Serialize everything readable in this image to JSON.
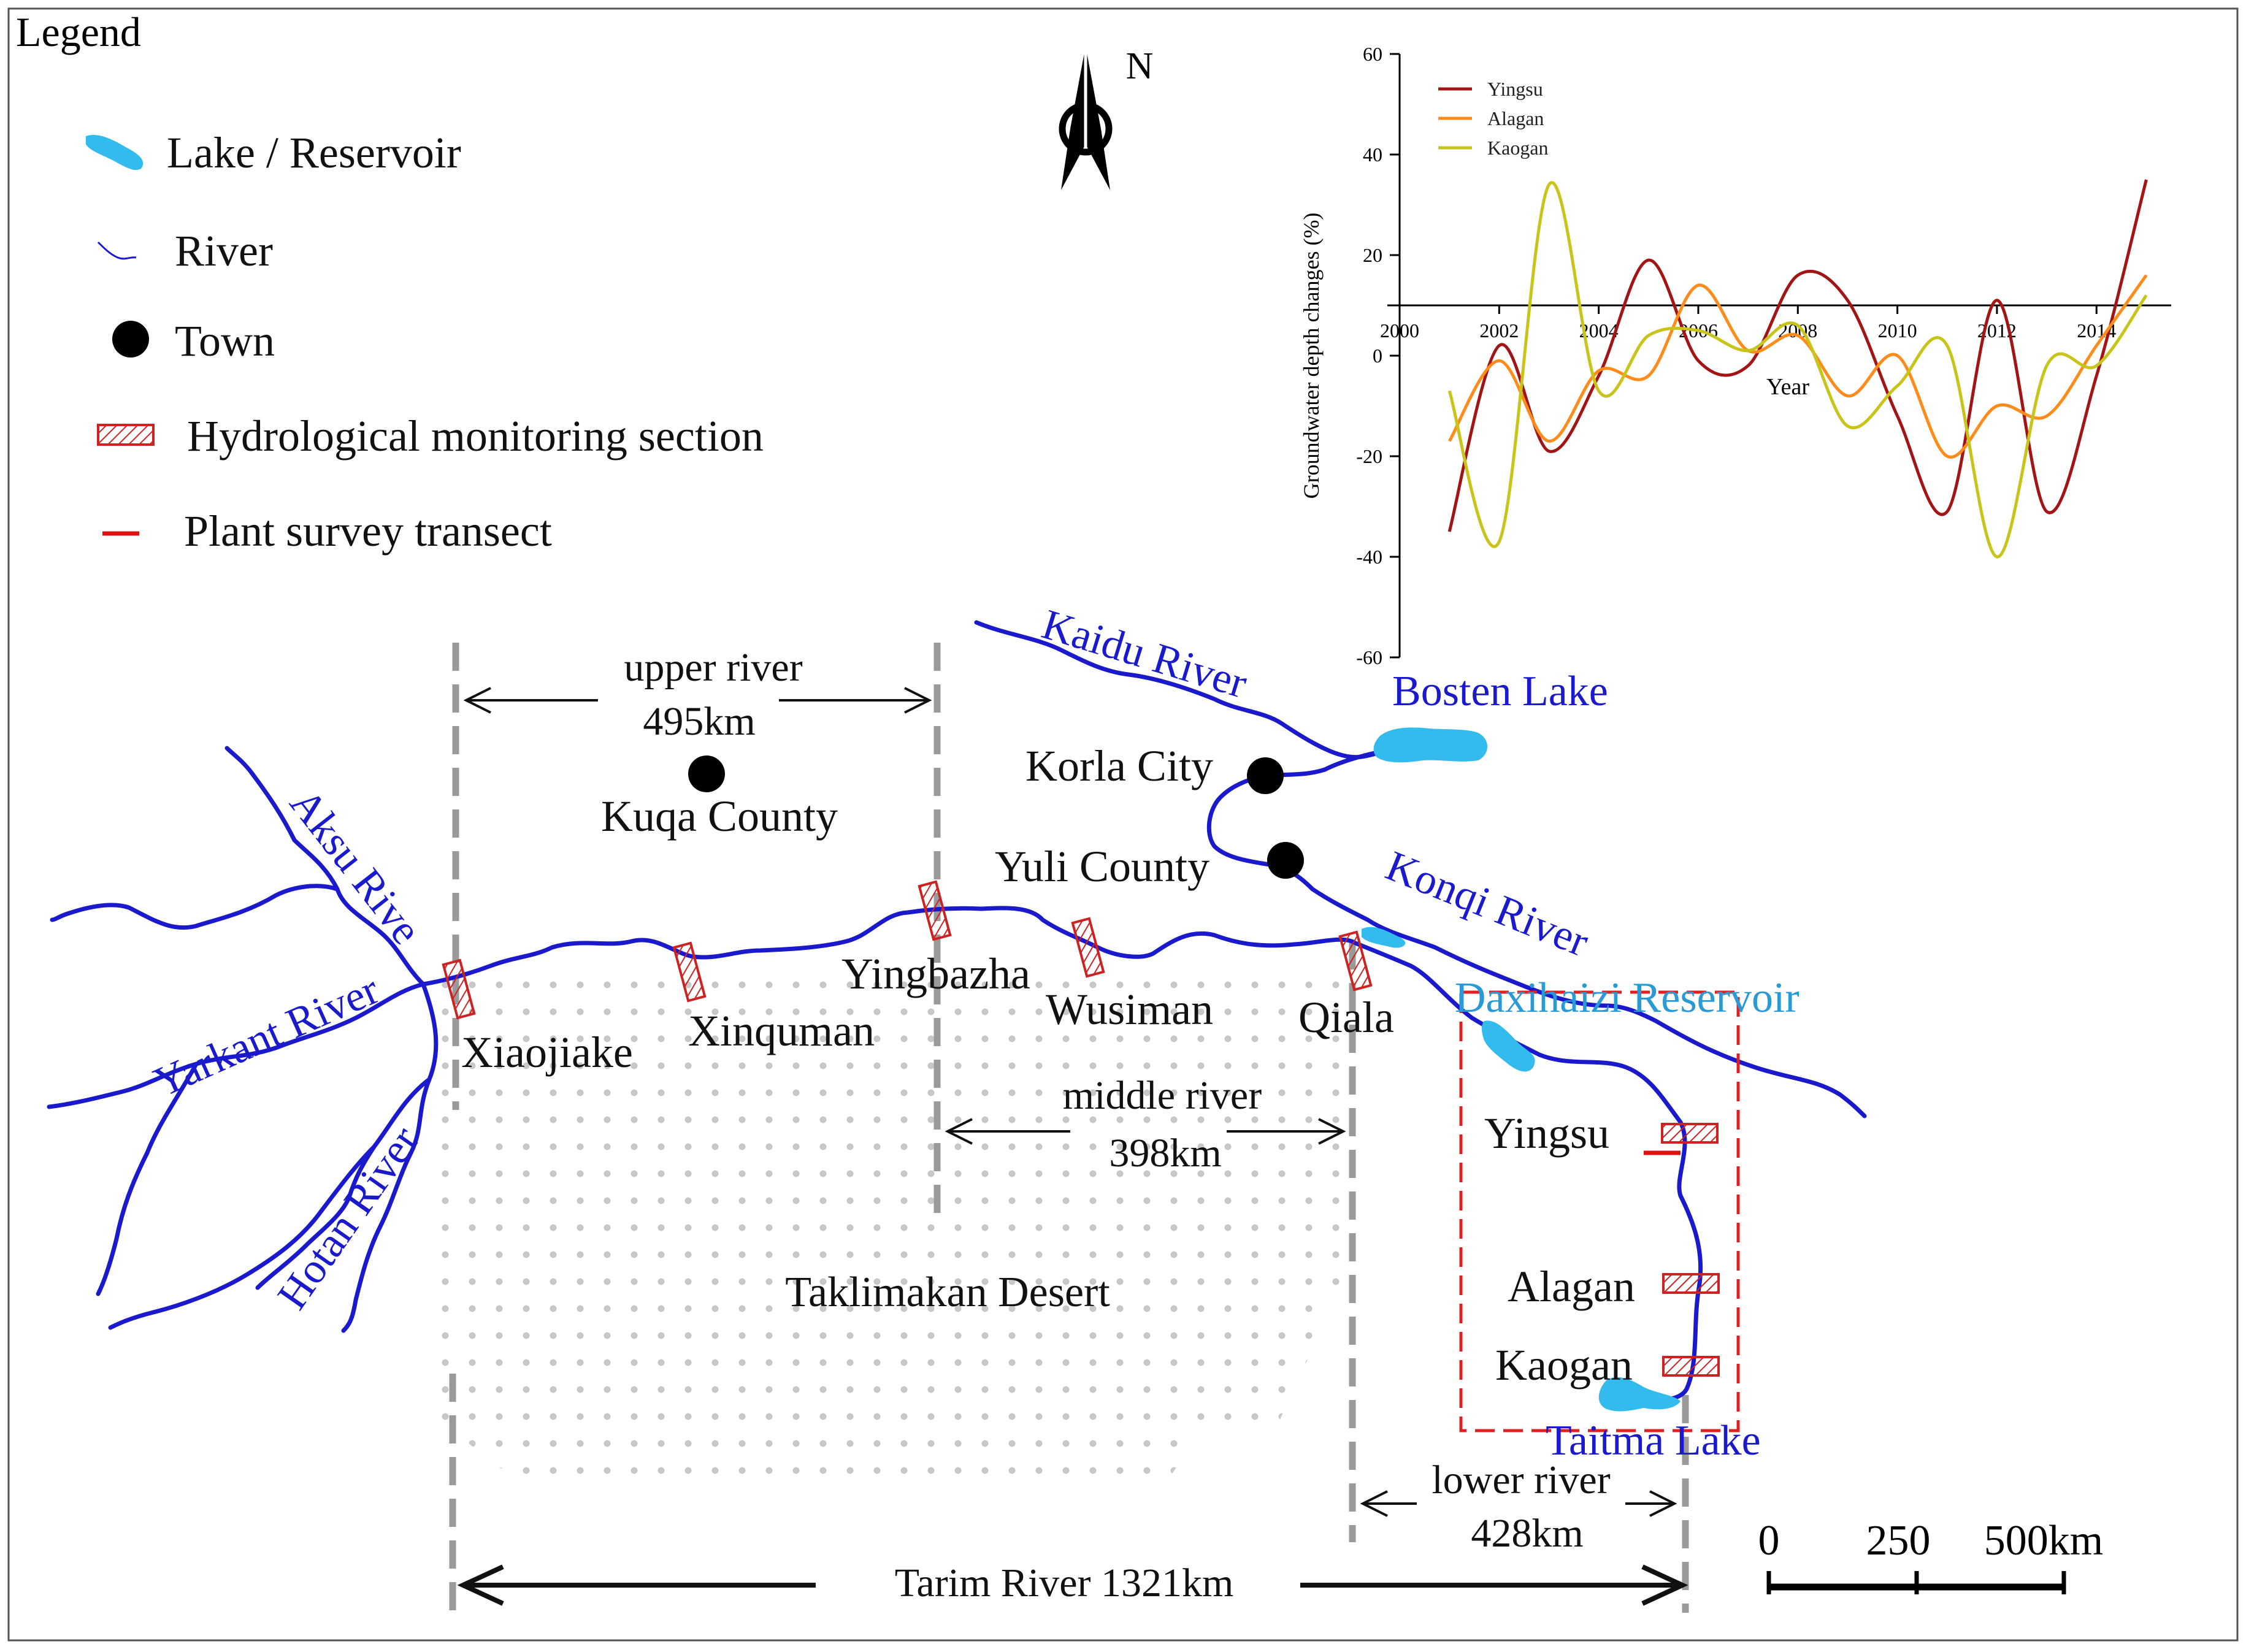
{
  "legend": {
    "title": "Legend",
    "items": [
      {
        "icon": "lake-icon",
        "label": "Lake / Reservoir"
      },
      {
        "icon": "river-icon",
        "label": "River"
      },
      {
        "icon": "town-icon",
        "label": "Town"
      },
      {
        "icon": "hydrological-section-icon",
        "label": "Hydrological monitoring section"
      },
      {
        "icon": "plant-transect-icon",
        "label": "Plant survey transect"
      }
    ]
  },
  "north_arrow": {
    "label": "N"
  },
  "map": {
    "rivers": {
      "aksu": "Aksu Rive",
      "yarkant": "Yarkant River",
      "hotan": "Hotan River",
      "kaidu": "Kaidu River",
      "konqi": "Konqi River"
    },
    "lakes": {
      "bosten": "Bosten Lake",
      "daxihaizi": "Daxihaizi Reservoir",
      "taitma": "Taitma Lake"
    },
    "towns": {
      "kuqa": "Kuqa County",
      "korla": "Korla City",
      "yuli": "Yuli County"
    },
    "sections": {
      "xiaojiake": "Xiaojiake",
      "xinquman": "Xinquman",
      "yingbazha": "Yingbazha",
      "wusiman": "Wusiman",
      "qiala": "Qiala",
      "yingsu": "Yingsu",
      "alagan": "Alagan",
      "kaogan": "Kaogan"
    },
    "desert": "Taklimakan Desert",
    "spans": {
      "upper_label": "upper river",
      "upper_length": "495km",
      "middle_label": "middle river",
      "middle_length": "398km",
      "lower_label": "lower river",
      "lower_length": "428km",
      "total": "Tarim River 1321km"
    },
    "scale_bar": {
      "ticks": [
        "0",
        "250",
        "500km"
      ]
    }
  },
  "colors": {
    "river": "#1a1acc",
    "river_label": "#1a1acc",
    "lake": "#33bbee",
    "lake_label_daxihaizi": "#2a9ad6",
    "section": "#cc2222",
    "transect_box": "#e02020",
    "divider": "#9a9a9a",
    "desert_dot": "#c8c8c8",
    "series_yingsu": "#a31515",
    "series_alagan": "#ff8c1a",
    "series_kaogan": "#c8c41a"
  },
  "chart_data": {
    "type": "line",
    "title": "",
    "xlabel": "Year",
    "ylabel": "Groundwater depth changes (%)",
    "xlim": [
      2000,
      2015.5
    ],
    "ylim": [
      -60,
      60
    ],
    "x_ticks": [
      2000,
      2002,
      2004,
      2006,
      2008,
      2010,
      2012,
      2014
    ],
    "y_ticks": [
      -60,
      -40,
      -20,
      0,
      20,
      40,
      60
    ],
    "grid": false,
    "legend_position": "top-left",
    "series": [
      {
        "name": "Yingsu",
        "color": "#a31515",
        "x": [
          2001,
          2002,
          2003,
          2004,
          2005,
          2006,
          2007,
          2008,
          2009,
          2010,
          2011,
          2012,
          2013,
          2014,
          2015
        ],
        "y": [
          -35,
          2,
          -19,
          -4,
          19,
          -1,
          -2,
          16,
          11,
          -12,
          -31,
          11,
          -31,
          -4,
          35
        ]
      },
      {
        "name": "Alagan",
        "color": "#ff8c1a",
        "x": [
          2001,
          2002,
          2003,
          2004,
          2005,
          2006,
          2007,
          2008,
          2009,
          2010,
          2011,
          2012,
          2013,
          2014,
          2015
        ],
        "y": [
          -17,
          -1,
          -17,
          -3,
          -4,
          14,
          1,
          4,
          -8,
          0,
          -20,
          -10,
          -12,
          2,
          16
        ]
      },
      {
        "name": "Kaogan",
        "color": "#c8c41a",
        "x": [
          2001,
          2002,
          2003,
          2004,
          2005,
          2006,
          2007,
          2008,
          2009,
          2010,
          2011,
          2012,
          2013,
          2014,
          2015
        ],
        "y": [
          -7,
          -37,
          34,
          -7,
          4,
          5,
          1,
          6,
          -14,
          -6,
          2,
          -40,
          -2,
          -2,
          12
        ]
      }
    ]
  }
}
